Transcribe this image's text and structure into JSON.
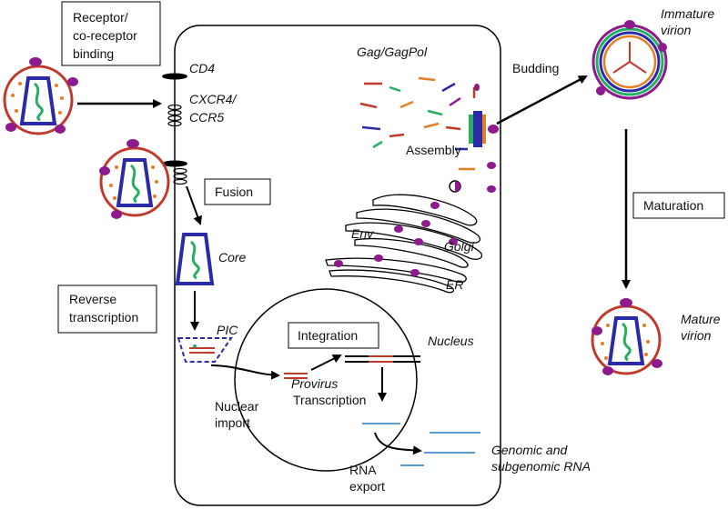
{
  "boxes": {
    "receptor_line1": "Receptor/",
    "receptor_line2": "co-receptor",
    "receptor_line3": "binding",
    "fusion": "Fusion",
    "reverse_line1": "Reverse",
    "reverse_line2": "transcription",
    "integration": "Integration",
    "maturation": "Maturation"
  },
  "labels": {
    "cd4": "CD4",
    "cxcr4": "CXCR4/",
    "ccr5": "CCR5",
    "gag": "Gag/GagPol",
    "budding": "Budding",
    "immature_line1": "Immature",
    "immature_line2": "virion",
    "assembly": "Assembly",
    "core": "Core",
    "env": "Env",
    "golgi": "Golgi",
    "er": "ER",
    "pic": "PIC",
    "nucleus": "Nucleus",
    "provirus": "Provirus",
    "transcription": "Transcription",
    "nuclear_line1": "Nuclear",
    "nuclear_line2": "import",
    "rna_line1": "RNA",
    "rna_line2": "export",
    "genomic_line1": "Genomic and",
    "genomic_line2": "subgenomic RNA",
    "mature_line1": "Mature",
    "mature_line2": "virion"
  },
  "colors": {
    "virion_border": "#c0392b",
    "core": "#2b2ba8",
    "rna": "#27ae60",
    "env": "#8e1b8e",
    "dots": "#e67e22",
    "provirus_red": "#c0392b",
    "rna_blue": "#5b9bd5"
  }
}
